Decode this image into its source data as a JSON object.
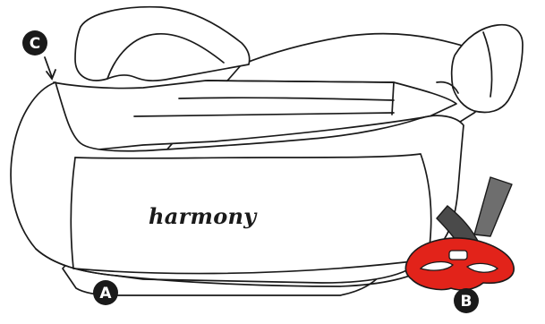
{
  "brand_logo": "harmony",
  "callouts": [
    {
      "letter": "A"
    },
    {
      "letter": "B"
    },
    {
      "letter": "C"
    }
  ],
  "colors": {
    "outline": "#1a1a1a",
    "clip": "#e2231a",
    "strap": "#6e6e6e",
    "badge": "#1a1a1a"
  }
}
